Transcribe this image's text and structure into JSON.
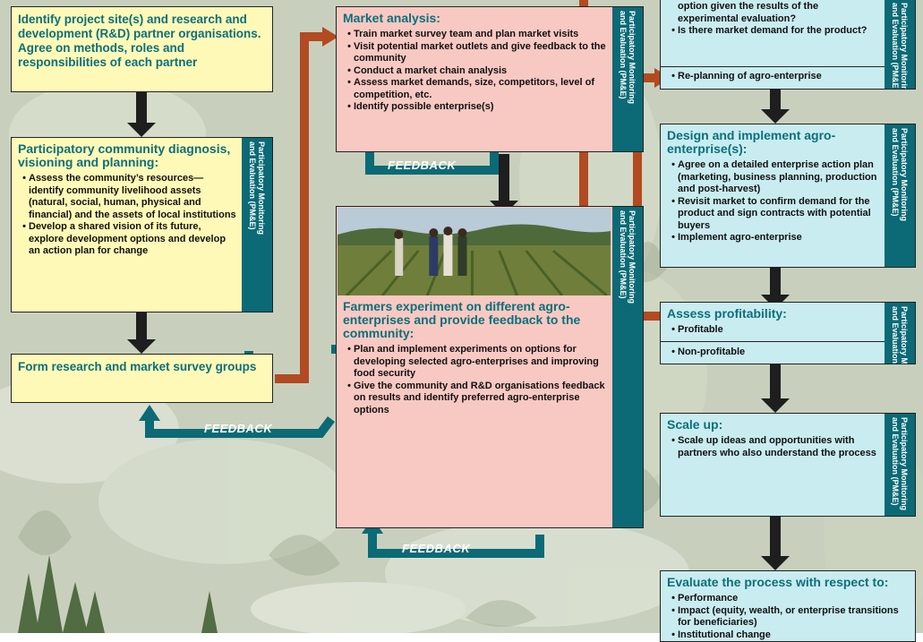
{
  "pm_label": "Participatory Monitoring and Evaluation (PM&E)",
  "feedback_label": "FEEDBACK",
  "colors": {
    "teal": "#0b6a76",
    "rust": "#b24a22",
    "yellow": "#fff9b8",
    "pink": "#f8c9c2",
    "cyan": "#c9ecf0"
  },
  "boxes": {
    "identify": {
      "title": "Identify project site(s) and research and development (R&D) partner organisations. Agree on methods, roles and responsibilities of each partner"
    },
    "diagnosis": {
      "title": "Participatory community diagnosis, visioning and planning:",
      "items": [
        "Assess the community’s resources—identify community livelihood assets (natural, social, human, physical and financial) and the assets of local institutions",
        "Develop a shared vision of its future, explore development options and develop an action plan for change"
      ]
    },
    "form": {
      "title": "Form research and market survey groups"
    },
    "market": {
      "title": "Market analysis:",
      "items": [
        "Train market survey team and plan market visits",
        "Visit potential market outlets and give feedback to the community",
        "Conduct a market chain analysis",
        "Assess market demands, size, competitors, level of competition, etc.",
        "Identify possible enterprise(s)"
      ]
    },
    "farmers": {
      "title": "Farmers experiment on different agro-enterprises and provide feedback to the community:",
      "items": [
        "Plan and implement experiments on options for developing selected agro-enterprises and improving food security",
        "Give the community and R&D organisations feedback on results and identify preferred agro-enterprise options"
      ]
    },
    "top_right": {
      "partial_text": "option given the results of the experimental evaluation?",
      "items": [
        "Is there market demand for the product?"
      ],
      "bottom_item": "Re-planning of agro-enterprise"
    },
    "design": {
      "title": "Design and implement agro-enterprise(s):",
      "items": [
        "Agree on a detailed enterprise action plan (marketing, business planning, production and post-harvest)",
        "Revisit market to confirm demand for the product and sign contracts with potential buyers",
        "Implement agro-enterprise"
      ]
    },
    "profit": {
      "title": "Assess profitability:",
      "items": [
        "Profitable"
      ],
      "bottom_item": "Non-profitable"
    },
    "scale": {
      "title": "Scale up:",
      "items": [
        "Scale up ideas and opportunities with partners who also understand the process"
      ]
    },
    "evaluate": {
      "title": "Evaluate the process with respect to:",
      "items": [
        "Performance",
        "Impact (equity, wealth, or enterprise transitions for beneficiaries)",
        "Institutional change"
      ]
    }
  }
}
